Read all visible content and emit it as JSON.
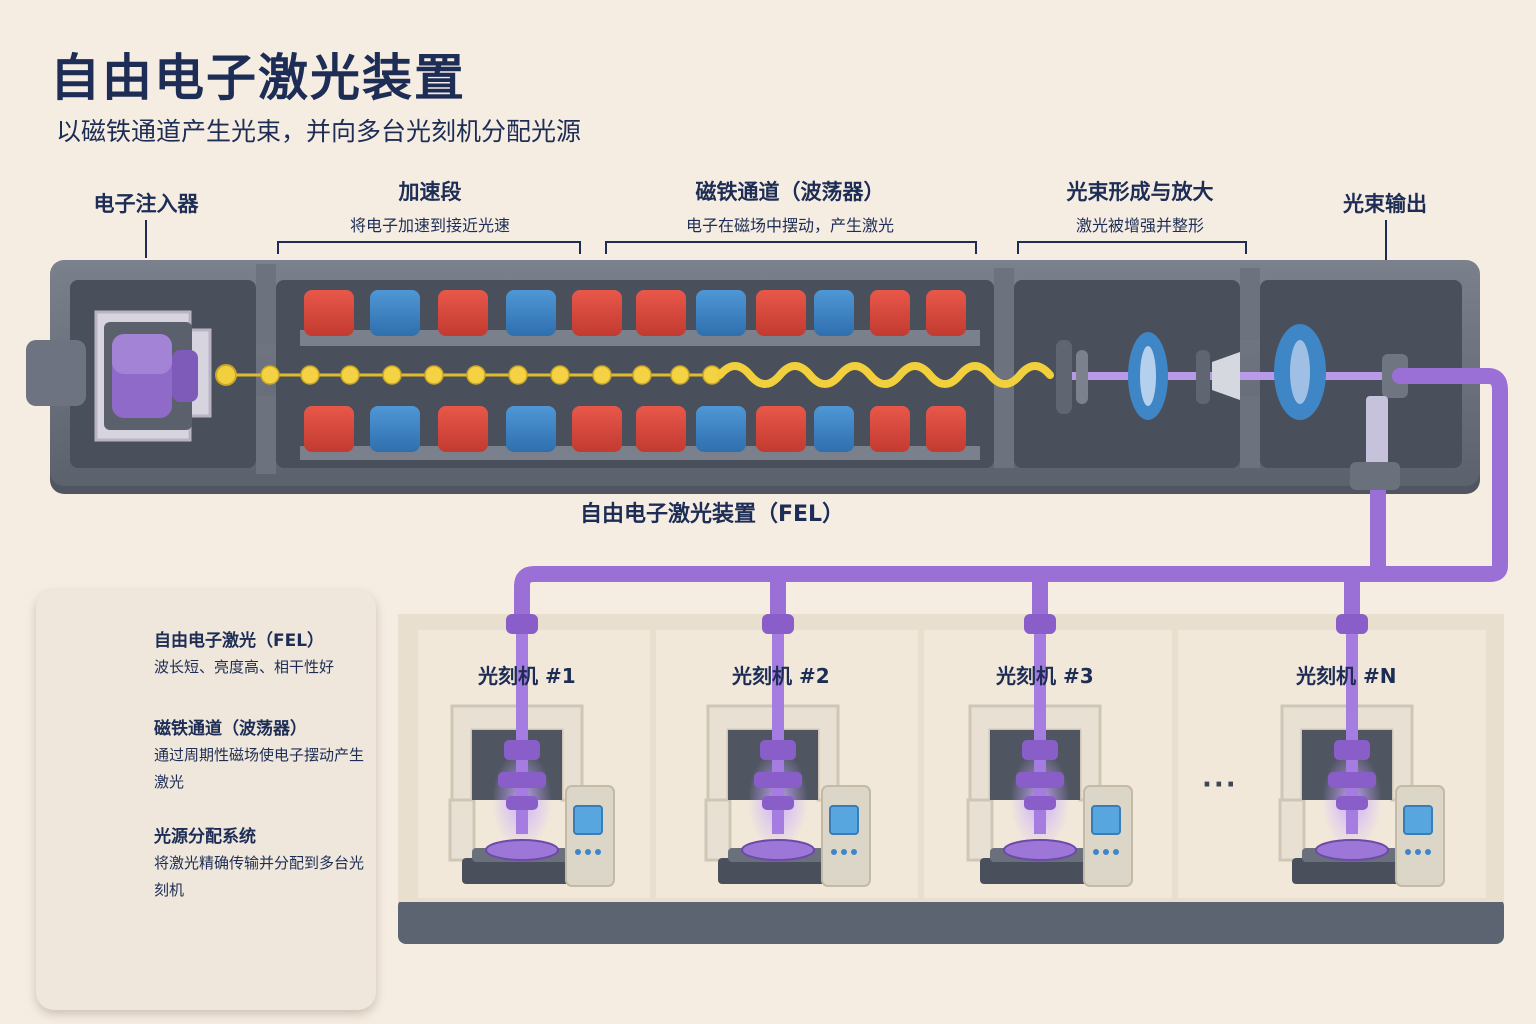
{
  "title": "自由电子激光装置",
  "subtitle": "以磁铁通道产生光束，并向多台光刻机分配光源",
  "sections": {
    "injector": {
      "title": "电子注入器"
    },
    "accelerator": {
      "title": "加速段",
      "desc": "将电子加速到接近光速"
    },
    "undulator": {
      "title": "磁铁通道（波荡器）",
      "desc": "电子在磁场中摆动，产生激光"
    },
    "amplifier": {
      "title": "光束形成与放大",
      "desc": "激光被增强并整形"
    },
    "output": {
      "title": "光束输出"
    }
  },
  "fel_caption": "自由电子激光装置（FEL）",
  "stations": [
    "光刻机 #1",
    "光刻机 #2",
    "光刻机 #3",
    "光刻机 #N"
  ],
  "more_indicator": "···",
  "legend": [
    {
      "icon": "wave-icon",
      "title": "自由电子激光（FEL）",
      "text": "波长短、亮度高、相干性好"
    },
    {
      "icon": "magnet-icon",
      "title": "磁铁通道（波荡器）",
      "text": "通过周期性磁场使电子摆动产生激光"
    },
    {
      "icon": "distribution-icon",
      "title": "光源分配系统",
      "text": "将激光精确传输并分配到多台光刻机"
    }
  ],
  "colors": {
    "background": "#f6ede2",
    "machine_gray": "#5d6471",
    "magnet_red": "#d9463a",
    "magnet_blue": "#3f86c6",
    "electron_yellow": "#f2cf3c",
    "laser_purple": "#9a6fd6",
    "title_navy": "#1d2d55"
  }
}
